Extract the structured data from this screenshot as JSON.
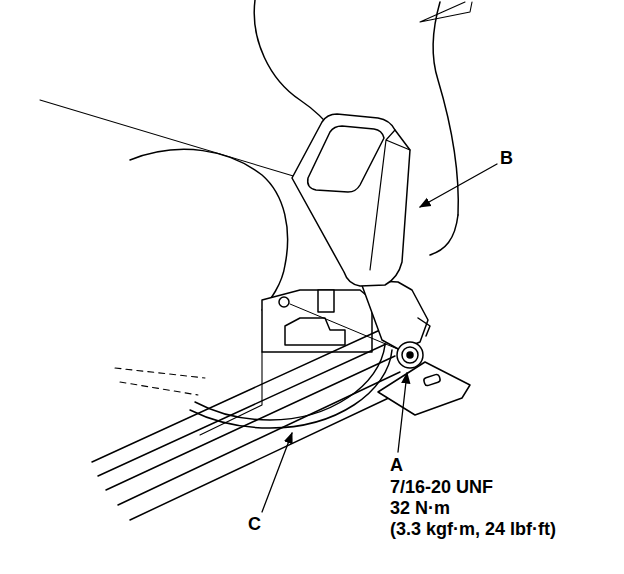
{
  "diagram": {
    "labels": [
      "B",
      "A",
      "7/16-20 UNF",
      "32 N·m",
      "(3.3 kgf·m, 24 lbf·ft)",
      "C"
    ]
  }
}
